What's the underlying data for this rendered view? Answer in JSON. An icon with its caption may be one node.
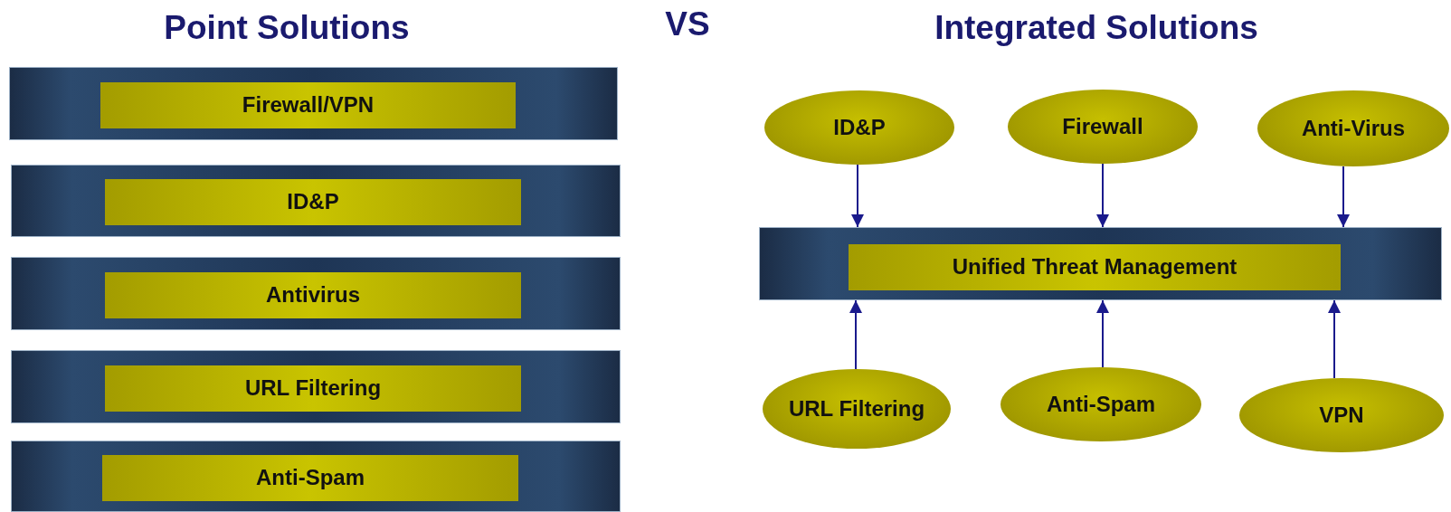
{
  "diagram": {
    "nodes": [
      {
        "text": [],
        "shape": "box"
      },
      {
        "text": [
          "Firewall/VPN"
        ],
        "in": 0
      },
      {
        "text": [],
        "shape": "box"
      },
      {
        "text": [
          "ID&P"
        ],
        "in": 2
      },
      {
        "text": [],
        "shape": "box"
      },
      {
        "text": [
          "Antivirus"
        ],
        "in": 4
      },
      {
        "text": [],
        "shape": "box"
      },
      {
        "text": [
          "URL Filtering"
        ],
        "in": 6
      },
      {
        "text": [],
        "shape": "box"
      },
      {
        "text": [
          "Anti-Spam"
        ],
        "in": 8
      },
      {
        "text": [
          "ID&P"
        ]
      },
      {
        "text": [
          "Firewall"
        ]
      },
      {
        "text": [
          "Anti-Virus"
        ]
      },
      {
        "text": [],
        "shape": "box"
      },
      {
        "text": [
          "Unified Threat Management"
        ],
        "in": 13
      },
      {
        "text": [
          "URL Filtering"
        ]
      },
      {
        "text": [
          "Anti-Spam"
        ]
      },
      {
        "text": [
          "VPN"
        ]
      }
    ],
    "edges": [
      {
        "from": 10,
        "to": 13,
        "arrow": "to"
      },
      {
        "from": 11,
        "to": 13,
        "arrow": "to"
      },
      {
        "from": 12,
        "to": 13,
        "arrow": "to"
      },
      {
        "from": 15,
        "to": 13,
        "arrow": "to"
      },
      {
        "from": 16,
        "to": 13,
        "arrow": "to"
      },
      {
        "from": 17,
        "to": 13,
        "arrow": "to"
      }
    ],
    "labels": [
      "Point Solutions",
      "VS",
      "Integrated Solutions"
    ]
  }
}
